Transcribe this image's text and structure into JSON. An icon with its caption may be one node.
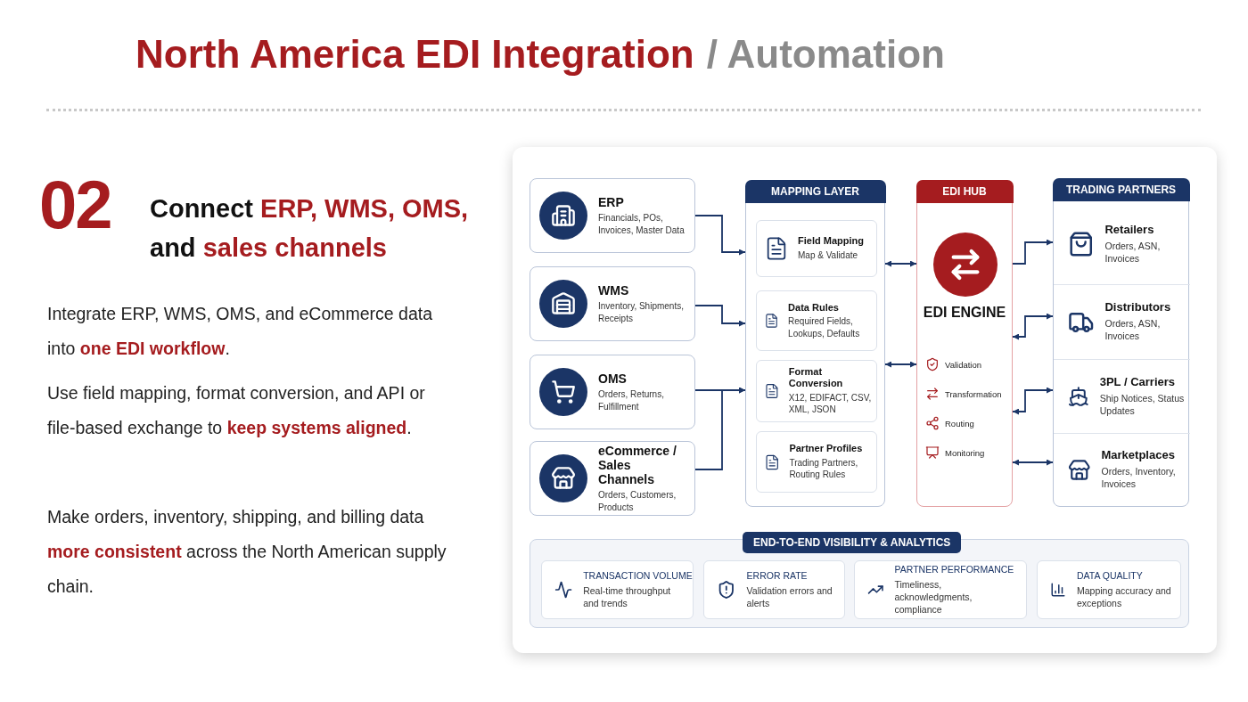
{
  "diagram": {
    "title": "North America EDI Integration",
    "nodes": [
      {
        "text": [
          "ERP",
          "Financials, POs, Invoices, Master Data"
        ]
      },
      {
        "text": [
          "WMS",
          "Inventory, Shipments, Receipts"
        ]
      },
      {
        "text": [
          "OMS",
          "Orders, Returns, Fulfillment"
        ]
      },
      {
        "text": [
          "eCommerce / Sales Channels",
          "Orders, Customers, Products"
        ]
      },
      {
        "text": [
          "MAPPING LAYER"
        ]
      },
      {
        "text": [
          "Field Mapping",
          "Map & Validate"
        ],
        "in": 4
      },
      {
        "text": [
          "Data Rules",
          "Required Fields, Lookups, Defaults"
        ],
        "in": 4
      },
      {
        "text": [
          "Format Conversion",
          "X12, EDIFACT, CSV, XML, JSON"
        ],
        "in": 4
      },
      {
        "text": [
          "Partner Profiles",
          "Trading Partners, Routing Rules"
        ],
        "in": 4
      },
      {
        "text": [
          "EDI HUB",
          "EDI ENGINE",
          "Validation",
          "Transformation",
          "Routing",
          "Monitoring"
        ]
      },
      {
        "text": [
          "TRADING PARTNERS"
        ]
      },
      {
        "text": [
          "Retailers",
          "Orders, ASN, Invoices"
        ],
        "in": 10
      },
      {
        "text": [
          "Distributors",
          "Orders, ASN, Invoices"
        ],
        "in": 10
      },
      {
        "text": [
          "3PL / Carriers",
          "Ship Notices, Status Updates"
        ],
        "in": 10
      },
      {
        "text": [
          "Marketplaces",
          "Orders, Inventory, Invoices"
        ],
        "in": 10
      },
      {
        "text": [
          "END-TO-END VISIBILITY & ANALYTICS"
        ]
      },
      {
        "text": [
          "TRANSACTION VOLUME",
          "Real-time throughput and trends"
        ],
        "in": 15
      },
      {
        "text": [
          "ERROR RATE",
          "Validation errors and alerts"
        ],
        "in": 15
      },
      {
        "text": [
          "PARTNER PERFORMANCE",
          "Timeliness, acknowledgments, compliance"
        ],
        "in": 15
      },
      {
        "text": [
          "DATA QUALITY",
          "Mapping accuracy and exceptions"
        ],
        "in": 15
      }
    ],
    "edges": [
      {
        "from": 0,
        "to": 4,
        "arrow": "to"
      },
      {
        "from": 1,
        "to": 4,
        "arrow": "to"
      },
      {
        "from": 2,
        "to": 4,
        "arrow": "to"
      },
      {
        "from": 3,
        "to": 4,
        "arrow": "to"
      },
      {
        "from": 4,
        "to": 9,
        "arrow": "both"
      },
      {
        "from": 4,
        "to": 9,
        "arrow": "both"
      },
      {
        "from": 9,
        "to": 11,
        "arrow": "to"
      },
      {
        "from": 9,
        "to": 12,
        "arrow": "both"
      },
      {
        "from": 9,
        "to": 13,
        "arrow": "both"
      },
      {
        "from": 9,
        "to": 14,
        "arrow": "both"
      }
    ],
    "labels": [
      "/ Automation",
      "02",
      "Connect **ERP, WMS, OMS,** and **sales channels**",
      "Integrate ERP, WMS, OMS, and eCommerce data into **one EDI workflow**.",
      "Use field mapping, format conversion, and API or file-based exchange to **keep systems aligned**.",
      "Make orders, inventory, shipping, and billing data **more consistent** across the North American supply chain."
    ]
  }
}
